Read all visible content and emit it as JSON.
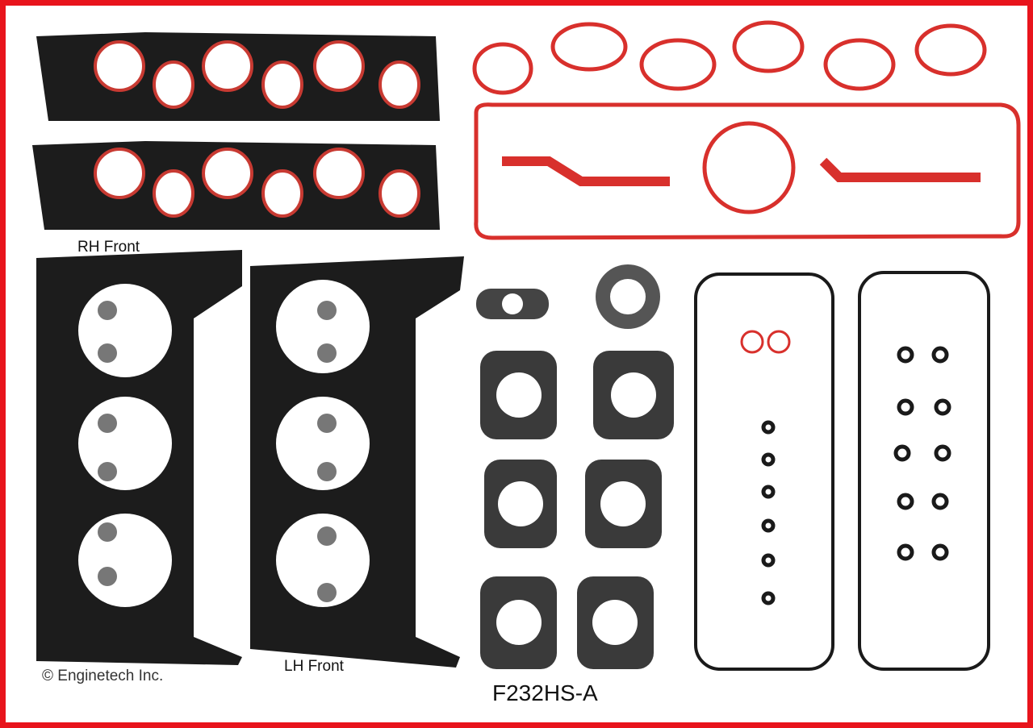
{
  "labels": {
    "rh_front": "RH Front",
    "lh_front": "LH Front",
    "copyright": "© Enginetech Inc.",
    "part_number": "F232HS-A"
  },
  "colors": {
    "border": "#e8141c",
    "gasket_red": "#d8302c",
    "gasket_black": "#1a1a1a"
  }
}
